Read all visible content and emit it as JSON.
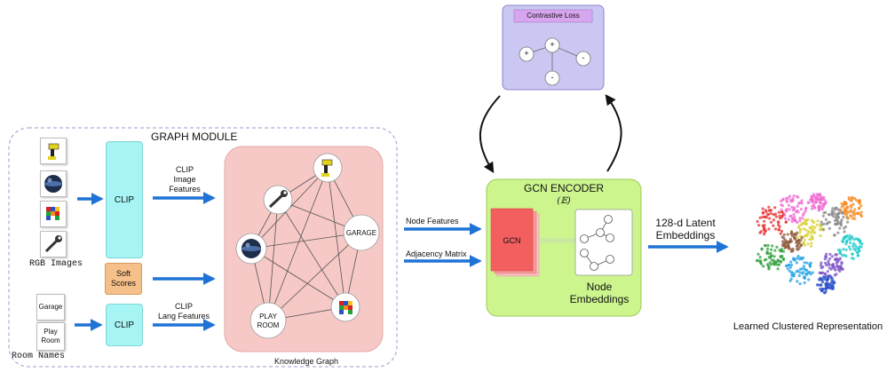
{
  "graph_module": {
    "title": "GRAPH MODULE",
    "rgb_label": "RGB Images",
    "room_label": "Room Names",
    "rooms": [
      "Garage",
      "Play\nRoom"
    ],
    "clip_label": "CLIP",
    "soft_scores": "Soft\nScores",
    "clip_image_features": "CLIP\nImage\nFeatures",
    "clip_lang_features": "CLIP\nLang Features"
  },
  "knowledge_graph": {
    "caption": "Knowledge Graph",
    "nodes": {
      "garage": "GARAGE",
      "playroom": "PLAY\nROOM"
    }
  },
  "inputs": {
    "node_features": "Node Features",
    "adjacency": "Adjacency Matrix"
  },
  "encoder": {
    "title": "GCN ENCODER",
    "symbol": "(𝔼)",
    "gcn": "GCN",
    "node_embeddings": "Node\nEmbeddings"
  },
  "contrastive": {
    "title": "Contrastive Loss",
    "signs": [
      "+",
      "+",
      "-",
      "-"
    ]
  },
  "latent": "128-d Latent\nEmbeddings",
  "output_caption": "Learned Clustered Representation",
  "colors": {
    "arrow": "#1f73d6",
    "graph_bg": "#f7c9c6",
    "encoder_bg": "#ccf58e",
    "contrastive_bg": "#cbc7f3",
    "clip_bg": "#a6f4f4",
    "soft_bg": "#f6c08a",
    "gcn_bg": "#f35f5f"
  }
}
